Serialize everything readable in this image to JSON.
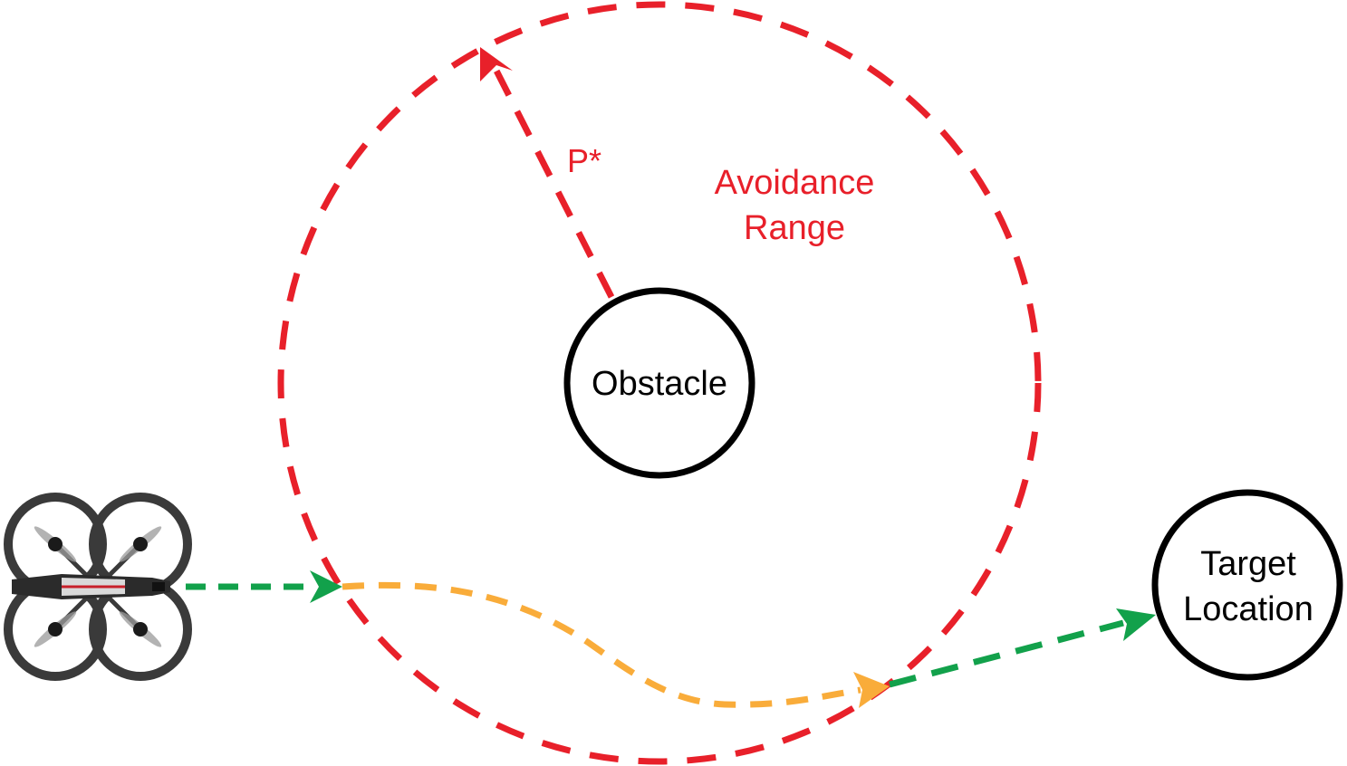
{
  "labels": {
    "obstacle": "Obstacle",
    "target_line1": "Target",
    "target_line2": "Location",
    "avoidance_line1": "Avoidance",
    "avoidance_line2": "Range",
    "radius": "P*"
  },
  "colors": {
    "avoidance": "#e8202a",
    "direct_path": "#12a14b",
    "avoid_path": "#f9ac3a",
    "outline": "#000000",
    "drone_frame": "#3a3a3a",
    "drone_accent": "#c8202a"
  },
  "icons": {
    "drone": "quadcopter-drone-icon"
  }
}
